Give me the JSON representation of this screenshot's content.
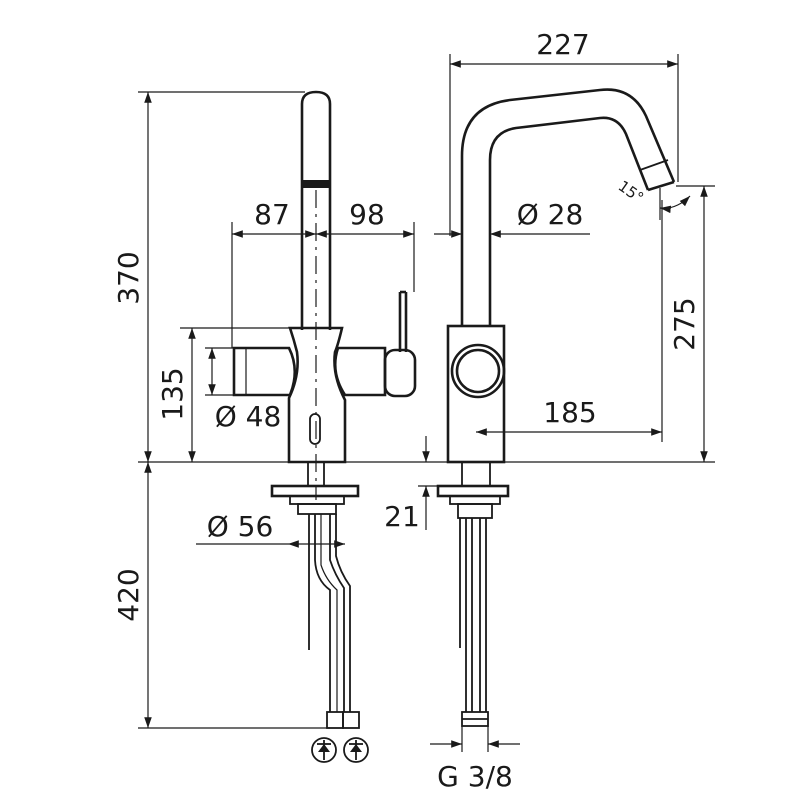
{
  "dimensions": {
    "reach": "227",
    "total_height": "370",
    "left_offset": "87",
    "right_offset": "98",
    "spout_diameter": "Ø 28",
    "body_height": "135",
    "body_diameter": "Ø 48",
    "spout_height": "275",
    "spout_reach": "185",
    "below_counter": "420",
    "base_diameter": "Ø 56",
    "mount_thickness": "21",
    "connector_thread": "G 3/8",
    "spout_angle": "15°"
  },
  "colors": {
    "stroke": "#1a1a1a",
    "background": "#ffffff"
  },
  "icons": [
    "check-valve-icon",
    "check-valve-icon"
  ]
}
